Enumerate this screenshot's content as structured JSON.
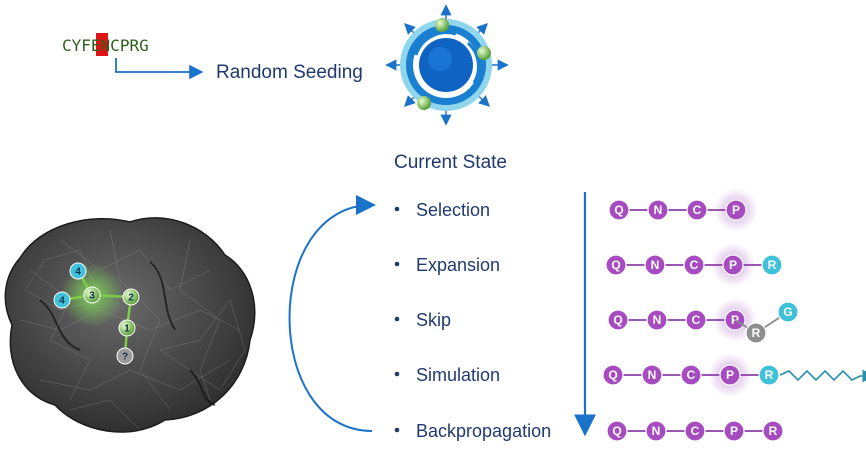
{
  "sequence": {
    "prefix": "CYF",
    "highlight": "E",
    "suffix": "NCPRG"
  },
  "seeding_label": "Random Seeding",
  "state_title": "Current State",
  "steps": [
    {
      "label": "Selection",
      "chain": [
        "Q",
        "N",
        "C",
        "P"
      ],
      "branch": null,
      "tail": false
    },
    {
      "label": "Expansion",
      "chain": [
        "Q",
        "N",
        "C",
        "P",
        "R"
      ],
      "branch": null,
      "tail": false
    },
    {
      "label": "Skip",
      "chain": [
        "Q",
        "N",
        "C",
        "P"
      ],
      "branch": [
        "R",
        "G"
      ],
      "tail": false
    },
    {
      "label": "Simulation",
      "chain": [
        "Q",
        "N",
        "C",
        "P",
        "R"
      ],
      "branch": null,
      "tail": true
    },
    {
      "label": "Backpropagation",
      "chain": [
        "Q",
        "N",
        "C",
        "P",
        "R"
      ],
      "branch": null,
      "tail": false
    }
  ],
  "protein_atoms": [
    "4",
    "4",
    "3",
    "2",
    "1",
    "?"
  ],
  "colors": {
    "purple": "#a64bc0",
    "cyan": "#3ec1d9",
    "gray": "#8e8e8e",
    "glow": "#b77fcf",
    "arrow": "#1a73c8",
    "text": "#1f3a6e",
    "highlight": "#e01414"
  }
}
